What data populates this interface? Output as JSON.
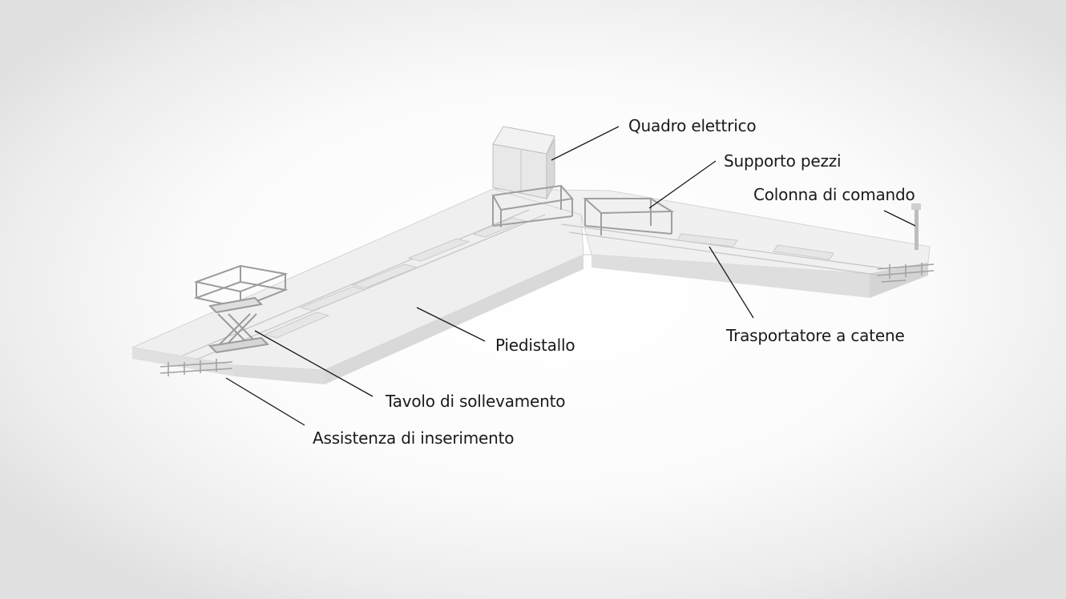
{
  "labels": {
    "quadro_elettrico": "Quadro elettrico",
    "supporto_pezzi": "Supporto pezzi",
    "colonna_di_comando": "Colonna di comando",
    "trasportatore_a_catene": "Trasportatore a catene",
    "piedistallo": "Piedistallo",
    "tavolo_di_sollevamento": "Tavolo di sollevamento",
    "assistenza_di_inserimento": "Assistenza di inserimento"
  },
  "colors": {
    "background_center": "#ffffff",
    "background_edge": "#e1e1e1",
    "platform_top": "#eeeeee",
    "platform_side": "#dedede",
    "frame": "#a9a9a9",
    "leader_line": "#1a1a1a",
    "label_text": "#1a1a1a"
  }
}
